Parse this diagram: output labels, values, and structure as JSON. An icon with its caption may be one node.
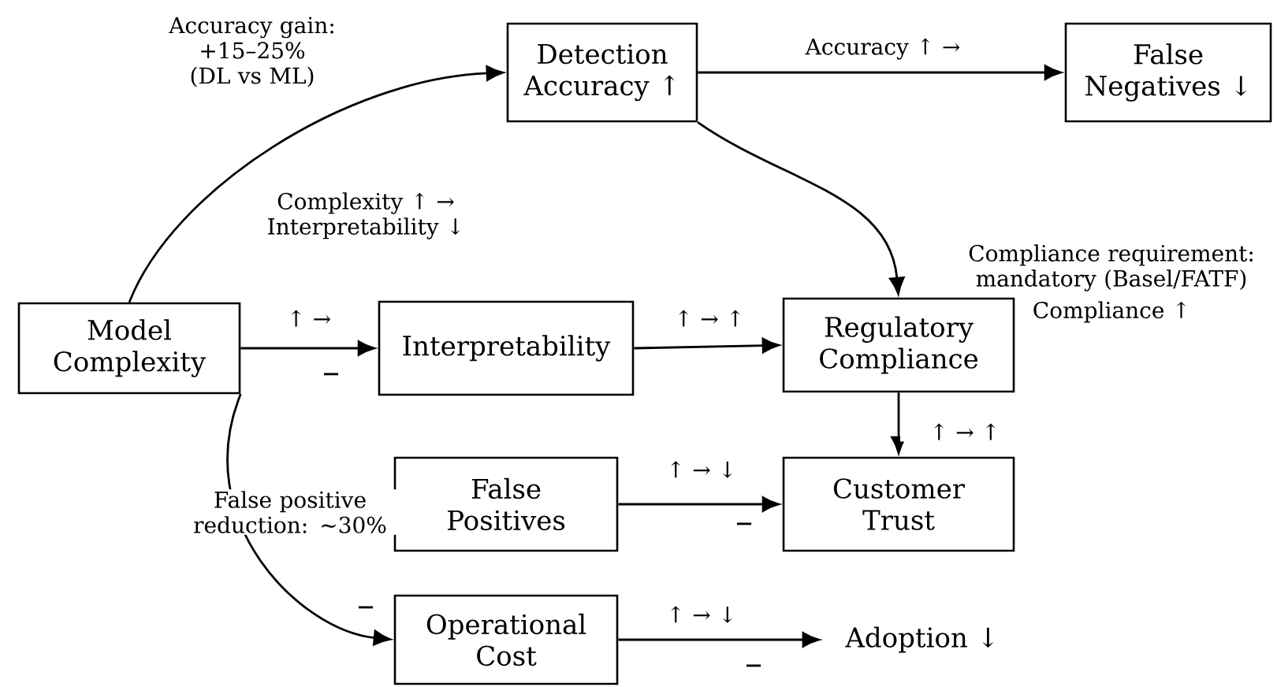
{
  "diagram": {
    "nodes": [
      {
        "text": [
          "Model Complexity"
        ]
      },
      {
        "text": [
          "Detection Accuracy ↑"
        ]
      },
      {
        "text": [
          "False Negatives ↓"
        ]
      },
      {
        "text": [
          "Interpretability"
        ]
      },
      {
        "text": [
          "Regulatory Compliance"
        ]
      },
      {
        "text": [
          "False Positives"
        ]
      },
      {
        "text": [
          "Customer Trust"
        ]
      },
      {
        "text": [
          "Operational Cost"
        ]
      },
      {
        "text": [
          "Adoption ↓"
        ]
      }
    ],
    "edges": [
      {
        "from": 0,
        "to": 1,
        "arrow": "to",
        "label": "Accuracy gain: +15–25% (DL vs ML)"
      },
      {
        "from": 1,
        "to": 2,
        "arrow": "to",
        "label": "Accuracy ↑ →"
      },
      {
        "from": 1,
        "to": 4,
        "arrow": "to"
      },
      {
        "from": 0,
        "to": 3,
        "arrow": "to",
        "label": "↑ →"
      },
      {
        "from": 3,
        "to": 4,
        "arrow": "to",
        "label": "↑ → ↑"
      },
      {
        "from": 4,
        "to": 6,
        "arrow": "to",
        "label": "↑ → ↑"
      },
      {
        "from": 5,
        "to": 6,
        "arrow": "to",
        "label": "↑ → ↓"
      },
      {
        "from": 0,
        "to": 7,
        "arrow": "to",
        "label": "False positive reduction: ~30%"
      },
      {
        "from": 7,
        "to": 8,
        "arrow": "to",
        "label": "↑ → ↓"
      }
    ],
    "labels": [
      "Complexity ↑ → Interpretability ↓",
      "Compliance requirement: mandatory (Basel/FATF)",
      "Compliance ↑",
      "–",
      "–",
      "–",
      "–"
    ]
  }
}
